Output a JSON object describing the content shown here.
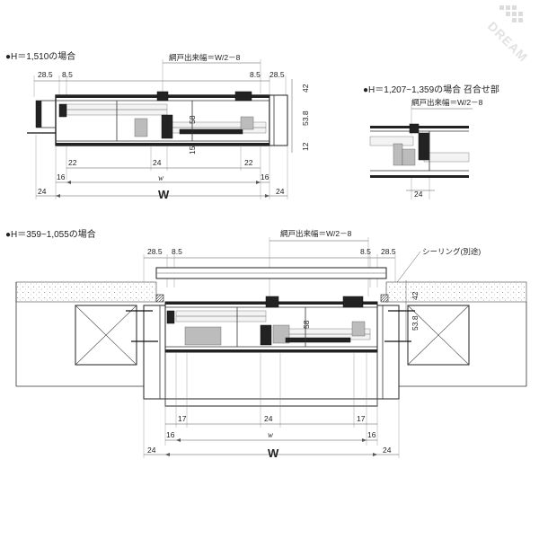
{
  "watermark": {
    "text": "DREAM",
    "icon": "dots-grid-icon"
  },
  "top_left": {
    "heading": "●H＝1,510の場合",
    "screen_width_label": "網戸出来幅＝W/2－8",
    "dims_top": [
      "28.5",
      "8.5",
      "8.5",
      "28.5"
    ],
    "dims_right": [
      "42",
      "53.8",
      "12"
    ],
    "dims_inner": [
      "58",
      "15"
    ],
    "dims_bottom_inner": [
      "22",
      "24",
      "22"
    ],
    "dims_bottom": [
      "16",
      "16"
    ],
    "small_w": "w",
    "big_w": "W",
    "outer_dims": [
      "24",
      "24"
    ]
  },
  "top_right": {
    "heading": "●H＝1,207~1,359の場合 召合せ部",
    "screen_width_label": "網戸出来幅＝W/2－8",
    "dim_bottom": "24"
  },
  "bottom": {
    "heading": "●H＝359~1,055の場合",
    "screen_width_label": "網戸出来幅＝W/2－8",
    "sealing_label": "シーリング(別途)",
    "dims_top": [
      "28.5",
      "8.5",
      "8.5",
      "28.5"
    ],
    "dims_right": [
      "42",
      "53.8"
    ],
    "dim_inner": "58",
    "dims_bottom_inner": [
      "17",
      "24",
      "17"
    ],
    "dims_bottom": [
      "16",
      "16"
    ],
    "small_w": "w",
    "big_w": "W",
    "outer_dims": [
      "24",
      "24"
    ]
  }
}
